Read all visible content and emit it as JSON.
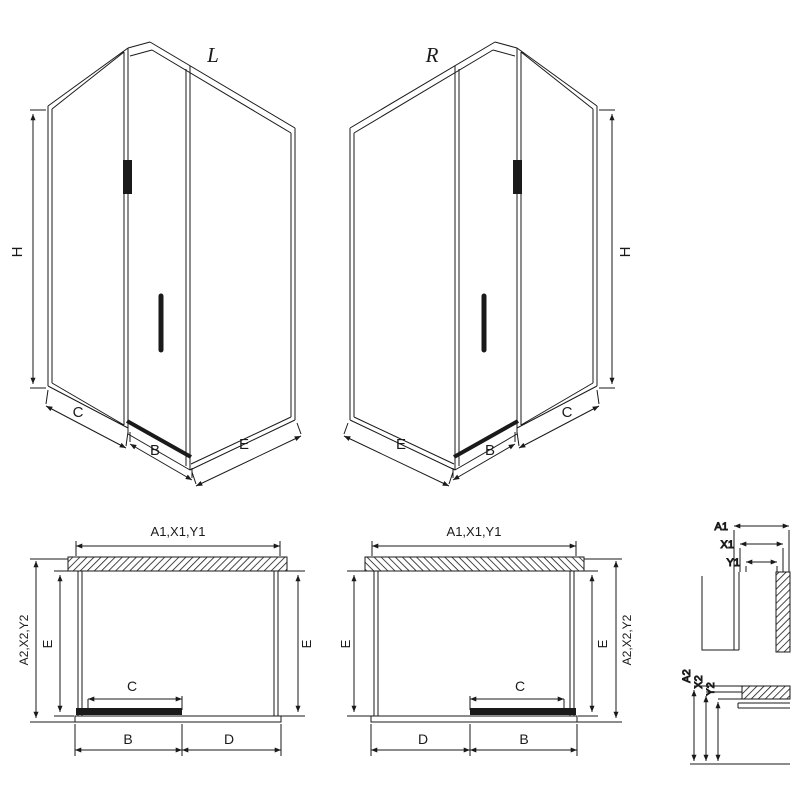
{
  "background": "#ffffff",
  "line_color": "#1a1a1a",
  "iso_views": {
    "left": {
      "title": "L",
      "height": "H",
      "front": "C",
      "door": "B",
      "side": "E"
    },
    "right": {
      "title": "R",
      "height": "H",
      "front": "C",
      "door": "B",
      "side": "E"
    }
  },
  "plan_views": {
    "left": {
      "top_dim": "A1,X1,Y1",
      "outer_dim": "A2,X2,Y2",
      "side_left": "E",
      "side_right": "E",
      "opening": "C",
      "door": "B",
      "fixed": "D"
    },
    "right": {
      "top_dim": "A1,X1,Y1",
      "outer_dim": "A2,X2,Y2",
      "side_left": "E",
      "side_right": "E",
      "opening": "C",
      "door": "B",
      "fixed": "D"
    }
  },
  "details": {
    "top": {
      "labels": [
        "A1",
        "X1",
        "Y1"
      ]
    },
    "bottom": {
      "labels": [
        "A2",
        "X2",
        "Y2"
      ]
    }
  }
}
